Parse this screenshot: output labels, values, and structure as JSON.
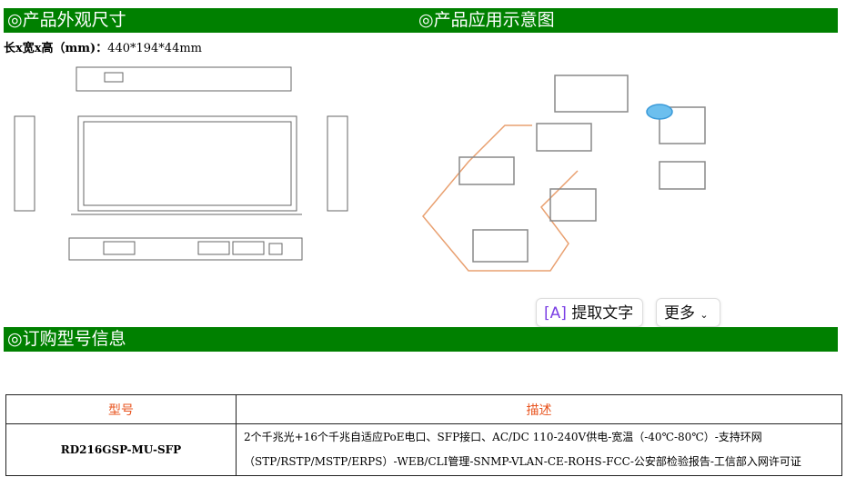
{
  "sections": {
    "dimensions": "◎产品外观尺寸",
    "application": "◎产品应用示意图",
    "ordering": "◎订购型号信息"
  },
  "dimensions": {
    "label": "长x宽x高（mm)：",
    "value": "440*194*44mm"
  },
  "toolbar": {
    "extract_text": "提取文字",
    "more": "更多"
  },
  "table": {
    "headers": [
      "型号",
      "描述"
    ],
    "rows": [
      {
        "model": "RD216GSP-MU-SFP",
        "desc_line1": "2个千兆光+16个千兆自适应PoE电口、SFP接口、AC/DC 110-240V供电-宽温（-40℃-80℃）-支持环网",
        "desc_line2": "（STP/RSTP/MSTP/ERPS）-WEB/CLI管理-SNMP-VLAN-CE-ROHS-FCC-公安部检验报告-工信部入网许可证"
      }
    ]
  },
  "colors": {
    "green": "#008000",
    "header_text": "#e8541f"
  }
}
